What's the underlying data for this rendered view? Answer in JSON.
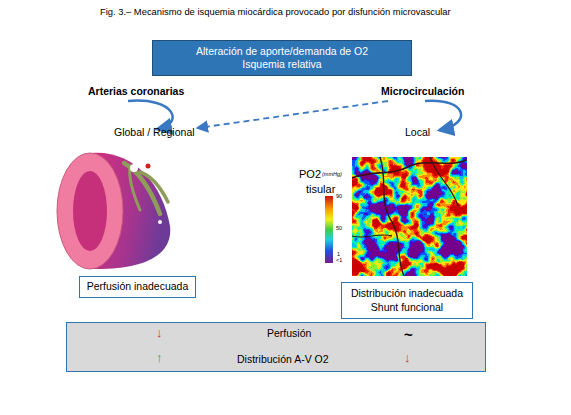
{
  "diagram": {
    "title": "Fig. 3.– Mecanismo de isquemia miocárdica provocado por disfunción microvascular",
    "nodes": [
      {
        "text": [
          "Alteración de aporte/demanda de O2",
          "Isquemia relativa"
        ]
      },
      {
        "text": [
          "Perfusión inadecuada"
        ]
      },
      {
        "text": [
          "Distribución inadecuada",
          "Shunt funcional"
        ]
      },
      {
        "text": [
          "↓",
          "Perfusión",
          "~",
          "↑",
          "Distribución A-V O2",
          "↓"
        ]
      }
    ],
    "labels": [
      "Arterias coronarias",
      "Microcirculación",
      "Global / Regional",
      "Local",
      "PO2",
      "(mmHg)",
      "tisular",
      "90",
      "50",
      "1",
      "<1"
    ]
  }
}
